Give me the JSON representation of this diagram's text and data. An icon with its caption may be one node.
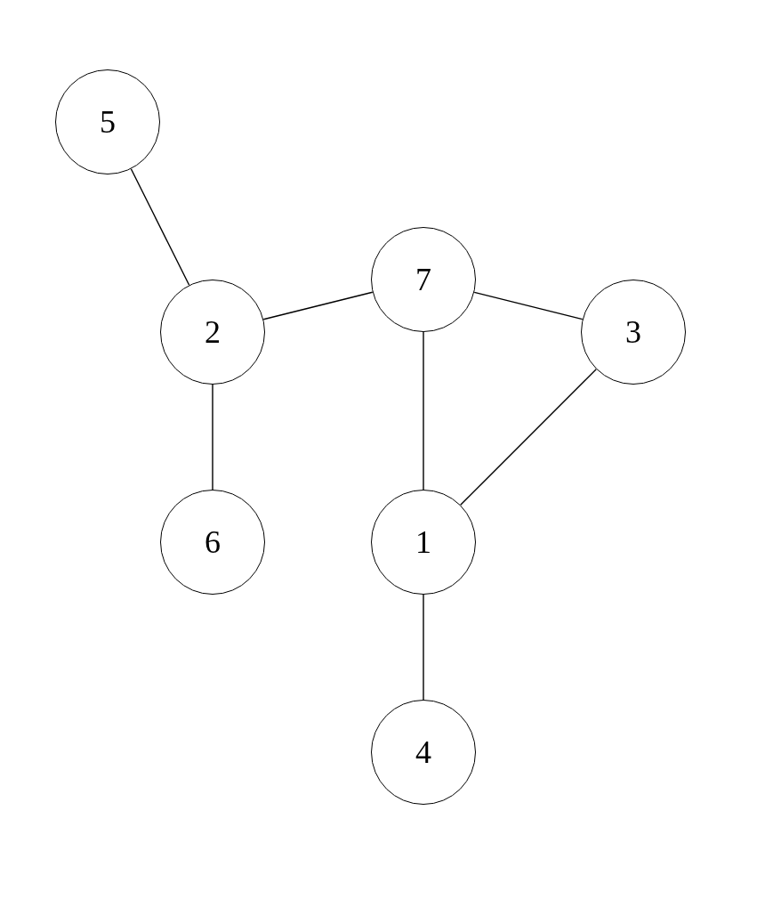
{
  "diagram": {
    "nodes": [
      {
        "text": [
          "5"
        ]
      },
      {
        "text": [
          "7"
        ]
      },
      {
        "text": [
          "2"
        ]
      },
      {
        "text": [
          "3"
        ]
      },
      {
        "text": [
          "6"
        ]
      },
      {
        "text": [
          "1"
        ]
      },
      {
        "text": [
          "4"
        ]
      }
    ],
    "edges": [
      {
        "from": 0,
        "to": 2,
        "arrow": "none"
      },
      {
        "from": 2,
        "to": 1,
        "arrow": "none"
      },
      {
        "from": 1,
        "to": 3,
        "arrow": "none"
      },
      {
        "from": 1,
        "to": 5,
        "arrow": "none"
      },
      {
        "from": 3,
        "to": 5,
        "arrow": "none"
      },
      {
        "from": 2,
        "to": 4,
        "arrow": "none"
      },
      {
        "from": 5,
        "to": 6,
        "arrow": "none"
      }
    ]
  }
}
